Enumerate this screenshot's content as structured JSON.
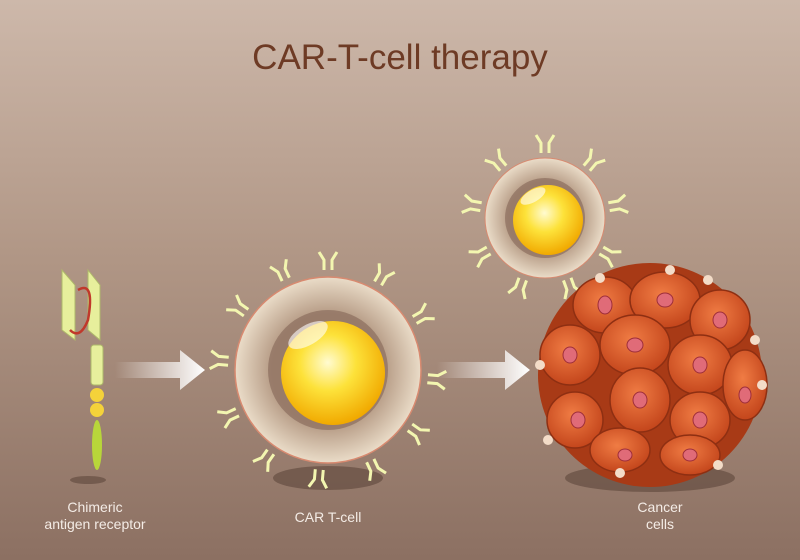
{
  "title": "CAR-T-cell therapy",
  "labels": {
    "receptor": [
      "Chimeric",
      "antigen receptor"
    ],
    "tcell": "CAR T-cell",
    "cancer": [
      "Cancer",
      "cells"
    ]
  },
  "colors": {
    "title": "#6e3b25",
    "cancer_cell": "#e0622f",
    "nucleus": "#f6c21a",
    "receptor": "#e9f0a0"
  }
}
